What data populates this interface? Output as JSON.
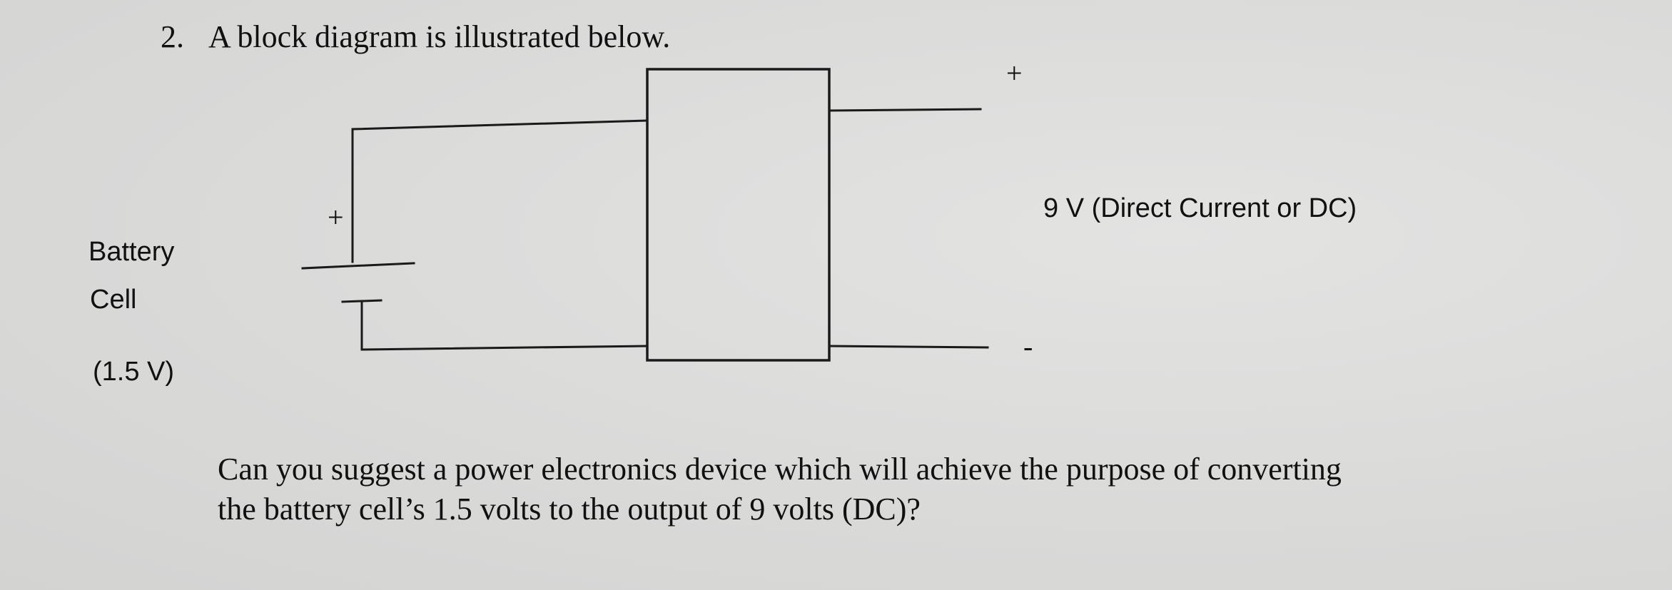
{
  "question": {
    "number": "2.",
    "heading": "A block diagram is illustrated below.",
    "body_line1": "Can you suggest a power electronics device which will achieve the purpose of converting",
    "body_line2": "the battery cell’s 1.5 volts to the output of 9 volts (DC)?"
  },
  "diagram": {
    "battery_label": "Battery",
    "cell_label": "Cell",
    "cell_voltage": "(1.5 V)",
    "input_plus": "+",
    "output_plus": "+",
    "output_minus": "-",
    "output_label": "9 V (Direct Current or DC)"
  }
}
